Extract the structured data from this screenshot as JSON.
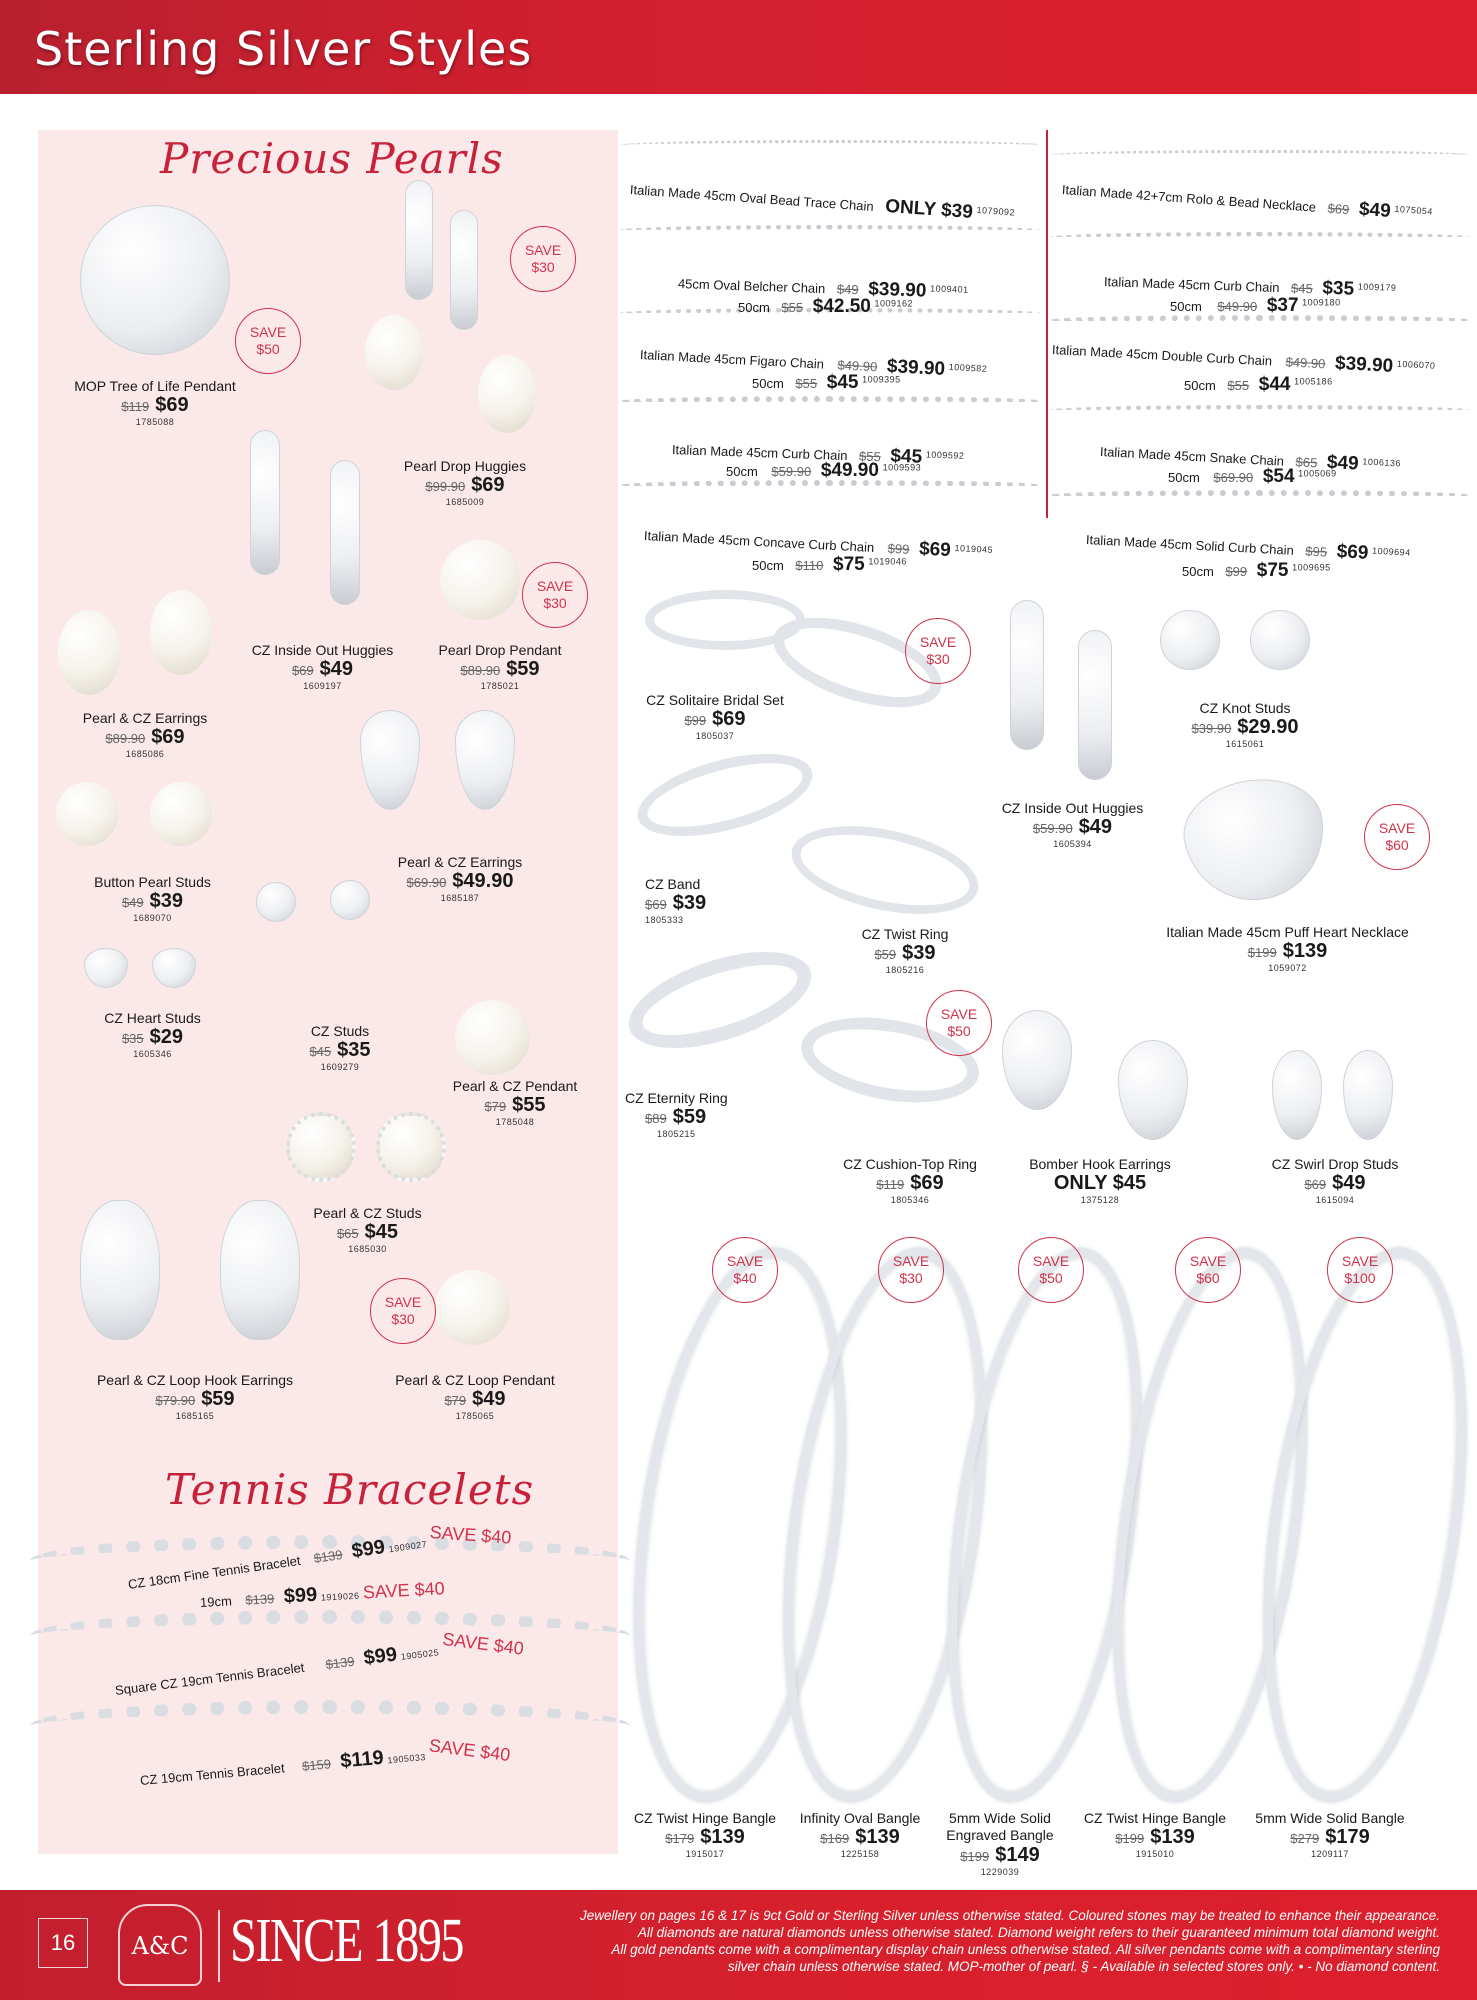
{
  "header": {
    "title": "Sterling Silver Styles"
  },
  "pearls_section": {
    "title": "Precious Pearls",
    "items": [
      {
        "name": "MOP Tree of Life Pendant",
        "was": "$119",
        "now": "$69",
        "sku": "1785088",
        "save": "SAVE $50"
      },
      {
        "name": "Pearl Drop Huggies",
        "was": "$99.90",
        "now": "$69",
        "sku": "1685009",
        "save": "SAVE $30"
      },
      {
        "name": "Pearl & CZ Earrings",
        "was": "$89.90",
        "now": "$69",
        "sku": "1685086"
      },
      {
        "name": "CZ Inside Out Huggies",
        "was": "$69",
        "now": "$49",
        "sku": "1609197"
      },
      {
        "name": "Pearl Drop Pendant",
        "was": "$89.90",
        "now": "$59",
        "sku": "1785021",
        "save": "SAVE $30"
      },
      {
        "name": "Button Pearl Studs",
        "was": "$49",
        "now": "$39",
        "sku": "1689070"
      },
      {
        "name": "Pearl & CZ Earrings",
        "was": "$69.90",
        "now": "$49.90",
        "sku": "1685187"
      },
      {
        "name": "CZ Heart Studs",
        "was": "$35",
        "now": "$29",
        "sku": "1605346"
      },
      {
        "name": "CZ Studs",
        "was": "$45",
        "now": "$35",
        "sku": "1609279"
      },
      {
        "name": "Pearl & CZ Pendant",
        "was": "$79",
        "now": "$55",
        "sku": "1785048"
      },
      {
        "name": "Pearl & CZ Studs",
        "was": "$65",
        "now": "$45",
        "sku": "1685030"
      },
      {
        "name": "Pearl & CZ Loop Hook Earrings",
        "was": "$79.90",
        "now": "$59",
        "sku": "1685165"
      },
      {
        "name": "Pearl & CZ Loop Pendant",
        "was": "$79",
        "now": "$49",
        "sku": "1785065",
        "save": "SAVE $30"
      }
    ]
  },
  "tennis_section": {
    "title": "Tennis Bracelets",
    "items": [
      {
        "name": "CZ 18cm Fine Tennis Bracelet",
        "was": "$139",
        "now": "$99",
        "sku": "1909027",
        "save": "SAVE $40"
      },
      {
        "name": "19cm",
        "was": "$139",
        "now": "$99",
        "sku": "1919026",
        "save": "SAVE $40"
      },
      {
        "name": "Square CZ 19cm Tennis Bracelet",
        "was": "$139",
        "now": "$99",
        "sku": "1905025",
        "save": "SAVE $40"
      },
      {
        "name": "CZ 19cm Tennis Bracelet",
        "was": "$159",
        "now": "$119",
        "sku": "1905033",
        "save": "SAVE $40"
      }
    ]
  },
  "chains_left": [
    {
      "name": "Italian Made 45cm Oval Bead Trace Chain",
      "was": "",
      "now": "ONLY $39",
      "sku": "1079092"
    },
    {
      "name": "45cm Oval Belcher Chain",
      "was": "$49",
      "now": "$39.90",
      "sku": "1009401",
      "alt_len": "50cm",
      "alt_was": "$55",
      "alt_now": "$42.50",
      "alt_sku": "1009162"
    },
    {
      "name": "Italian Made 45cm Figaro Chain",
      "was": "$49.90",
      "now": "$39.90",
      "sku": "1009582",
      "alt_len": "50cm",
      "alt_was": "$55",
      "alt_now": "$45",
      "alt_sku": "1009395"
    },
    {
      "name": "Italian Made 45cm Curb Chain",
      "was": "$55",
      "now": "$45",
      "sku": "1009592",
      "alt_len": "50cm",
      "alt_was": "$59.90",
      "alt_now": "$49.90",
      "alt_sku": "1009593"
    },
    {
      "name": "Italian Made 45cm Concave Curb Chain",
      "was": "$99",
      "now": "$69",
      "sku": "1019045",
      "alt_len": "50cm",
      "alt_was": "$110",
      "alt_now": "$75",
      "alt_sku": "1019046"
    }
  ],
  "chains_right": [
    {
      "name": "Italian Made 42+7cm Rolo & Bead Necklace",
      "was": "$69",
      "now": "$49",
      "sku": "1075054"
    },
    {
      "name": "Italian Made 45cm Curb Chain",
      "was": "$45",
      "now": "$35",
      "sku": "1009179",
      "alt_len": "50cm",
      "alt_was": "$49.90",
      "alt_now": "$37",
      "alt_sku": "1009180"
    },
    {
      "name": "Italian Made 45cm Double Curb Chain",
      "was": "$49.90",
      "now": "$39.90",
      "sku": "1006070",
      "alt_len": "50cm",
      "alt_was": "$55",
      "alt_now": "$44",
      "alt_sku": "1005186"
    },
    {
      "name": "Italian Made 45cm Snake Chain",
      "was": "$65",
      "now": "$49",
      "sku": "1006136",
      "alt_len": "50cm",
      "alt_was": "$69.90",
      "alt_now": "$54",
      "alt_sku": "1005069"
    },
    {
      "name": "Italian Made 45cm Solid Curb Chain",
      "was": "$95",
      "now": "$69",
      "sku": "1009694",
      "alt_len": "50cm",
      "alt_was": "$99",
      "alt_now": "$75",
      "alt_sku": "1009695"
    }
  ],
  "rings_earrings": [
    {
      "name": "CZ Solitaire Bridal Set",
      "was": "$99",
      "now": "$69",
      "sku": "1805037",
      "save": "SAVE $30"
    },
    {
      "name": "CZ Inside Out Huggies",
      "was": "$59.90",
      "now": "$49",
      "sku": "1605394"
    },
    {
      "name": "CZ Knot Studs",
      "was": "$39.90",
      "now": "$29.90",
      "sku": "1615061"
    },
    {
      "name": "CZ Band",
      "was": "$69",
      "now": "$39",
      "sku": "1805333"
    },
    {
      "name": "CZ Twist Ring",
      "was": "$59",
      "now": "$39",
      "sku": "1805216"
    },
    {
      "name": "Italian Made 45cm Puff Heart Necklace",
      "was": "$199",
      "now": "$139",
      "sku": "1059072",
      "save": "SAVE $60"
    },
    {
      "name": "CZ Eternity Ring",
      "was": "$89",
      "now": "$59",
      "sku": "1805215"
    },
    {
      "name": "CZ Cushion-Top Ring",
      "was": "$119",
      "now": "$69",
      "sku": "1805346",
      "save": "SAVE $50"
    },
    {
      "name": "Bomber Hook Earrings",
      "was": "",
      "now": "ONLY $45",
      "sku": "1375128"
    },
    {
      "name": "CZ Swirl Drop Studs",
      "was": "$69",
      "now": "$49",
      "sku": "1615094"
    }
  ],
  "bangles": [
    {
      "name": "CZ Twist Hinge Bangle",
      "was": "$179",
      "now": "$139",
      "sku": "1915017",
      "save": "SAVE $40"
    },
    {
      "name": "Infinity Oval Bangle",
      "was": "$169",
      "now": "$139",
      "sku": "1225158",
      "save": "SAVE $30"
    },
    {
      "name": "5mm Wide Solid Engraved Bangle",
      "was": "$199",
      "now": "$149",
      "sku": "1229039",
      "save": "SAVE $50"
    },
    {
      "name": "CZ Twist Hinge Bangle",
      "was": "$199",
      "now": "$139",
      "sku": "1915010",
      "save": "SAVE $60"
    },
    {
      "name": "5mm Wide Solid Bangle",
      "was": "$279",
      "now": "$179",
      "sku": "1209117",
      "save": "SAVE $100"
    }
  ],
  "footer": {
    "page_number": "16",
    "logo_text": "A&C",
    "tagline": "SINCE 1895",
    "disclaimer": [
      "Jewellery on pages 16 & 17 is 9ct Gold or Sterling Silver unless otherwise stated. Coloured stones may be treated to enhance their appearance.",
      "All diamonds are natural diamonds unless otherwise stated. Diamond weight refers to their guaranteed minimum total diamond weight.",
      "All gold pendants come with a complimentary display chain unless otherwise stated. All silver pendants come with a complimentary sterling",
      "silver chain unless otherwise stated. MOP-mother of pearl. § - Available in selected stores only. • - No diamond content."
    ]
  },
  "colors": {
    "brand_red": "#d21f2e",
    "save_red": "#d0334b",
    "pink_panel": "#fbe9ea",
    "text": "#1a1a1a"
  }
}
